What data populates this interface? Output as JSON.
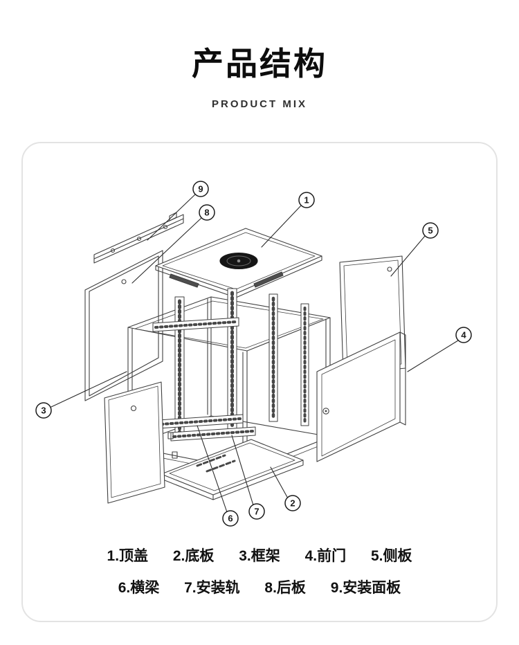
{
  "page": {
    "title": "产品结构",
    "subtitle": "PRODUCT MIX"
  },
  "diagram": {
    "callouts": [
      {
        "num": "1",
        "label": "顶盖"
      },
      {
        "num": "2",
        "label": "底板"
      },
      {
        "num": "3",
        "label": "框架"
      },
      {
        "num": "4",
        "label": "前门"
      },
      {
        "num": "5",
        "label": "侧板"
      },
      {
        "num": "6",
        "label": "横梁"
      },
      {
        "num": "7",
        "label": "安装轨"
      },
      {
        "num": "8",
        "label": "后板"
      },
      {
        "num": "9",
        "label": "安装面板"
      }
    ],
    "legend": {
      "row1": [
        {
          "text": "1.顶盖"
        },
        {
          "text": "2.底板"
        },
        {
          "text": "3.框架"
        },
        {
          "text": "4.前门"
        },
        {
          "text": "5.侧板"
        }
      ],
      "row2": [
        {
          "text": "6.横梁"
        },
        {
          "text": "7.安装轨"
        },
        {
          "text": "8.后板"
        },
        {
          "text": "9.安装面板"
        }
      ]
    }
  },
  "colors": {
    "title_text": "#0d0d0d",
    "drawing_line": "#3f3f3f",
    "box_border": "#e3e3e3",
    "fan_fill": "#161616"
  }
}
